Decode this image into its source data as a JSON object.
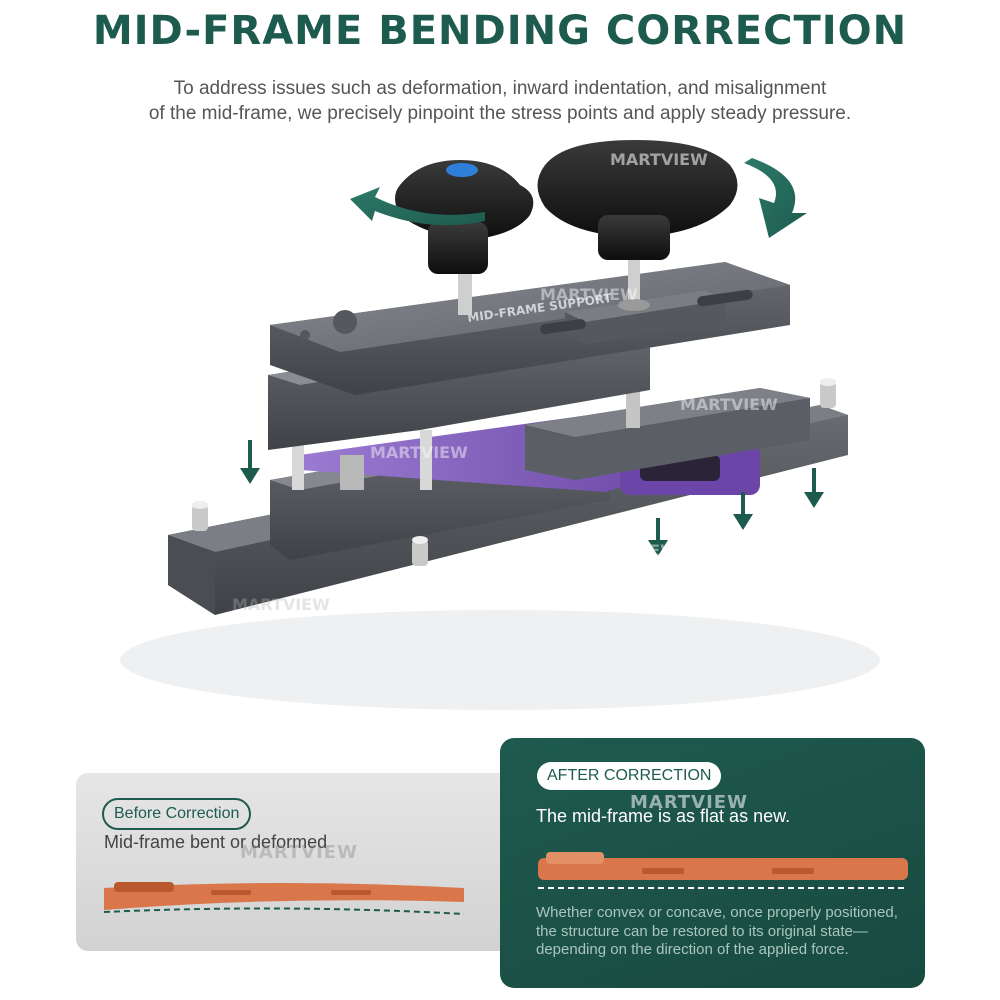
{
  "header": {
    "title": "MID-FRAME BENDING CORRECTION",
    "subtitle_line1": "To address issues such as deformation, inward indentation, and misalignment",
    "subtitle_line2": "of the mid-frame, we precisely pinpoint the stress points and apply steady pressure."
  },
  "watermark": {
    "text": "MARTVIEW"
  },
  "device": {
    "plate_label": "MID-FRAME SUPPORT"
  },
  "before": {
    "badge": "Before Correction",
    "description": "Mid-frame bent or deformed"
  },
  "after": {
    "badge": "AFTER CORRECTION",
    "headline": "The mid-frame is as flat as new.",
    "description": "Whether convex or concave, once properly positioned, the structure can be restored to its original state—depending on the direction of the applied force."
  },
  "colors": {
    "brand_green": "#1e5b4f",
    "frame_orange": "#d9774a",
    "frame_purple": "#7c4dbb",
    "metal_gray": "#6f7278",
    "knob_black": "#1c1c1c",
    "knob_accent_blue": "#2f7fd8"
  },
  "icons": [
    "rotate-left-arrow-icon",
    "rotate-right-arrow-icon",
    "pressure-down-arrow-icon",
    "martview-logo-icon"
  ]
}
